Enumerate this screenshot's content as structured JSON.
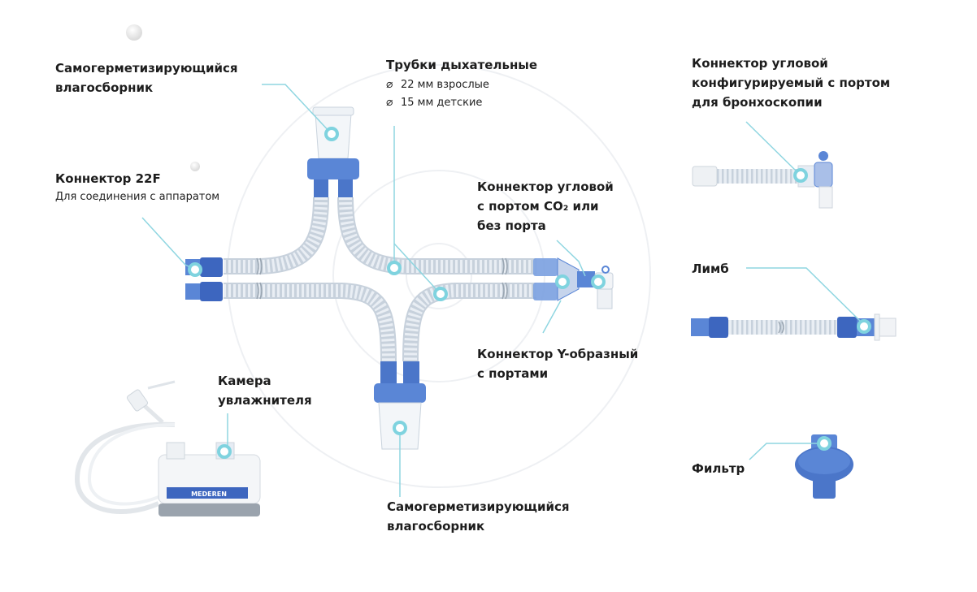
{
  "labels": {
    "moisture_trap_top": [
      "Самогерметизирующийся",
      "влагосборник"
    ],
    "breathing_tubes_title": "Трубки дыхательные",
    "breathing_tubes_adult": "22 мм взрослые",
    "breathing_tubes_child": "15 мм детские",
    "angle_connector_bronch": [
      "Коннектор угловой",
      "конфигурируемый с портом",
      "для бронхоскопии"
    ],
    "connector_22f_title": "Коннектор 22F",
    "connector_22f_sub": "Для соединения с аппаратом",
    "angle_connector_co2": [
      "Коннектор угловой",
      "с портом CO₂ или",
      "без порта"
    ],
    "limb": "Лимб",
    "y_connector": [
      "Коннектор Y-образный",
      "с портами"
    ],
    "humidifier": [
      "Камера",
      "увлажнителя"
    ],
    "moisture_trap_bottom": [
      "Самогерметизирующийся",
      "влагосборник"
    ],
    "filter": "Фильтр",
    "brand": "MEDEREN"
  },
  "colors": {
    "blue": "#5a86d6",
    "blue_dark": "#3d66bf",
    "marker": "#7fd3df",
    "tube": "#dde6ef",
    "ring": "#eef0f3"
  }
}
